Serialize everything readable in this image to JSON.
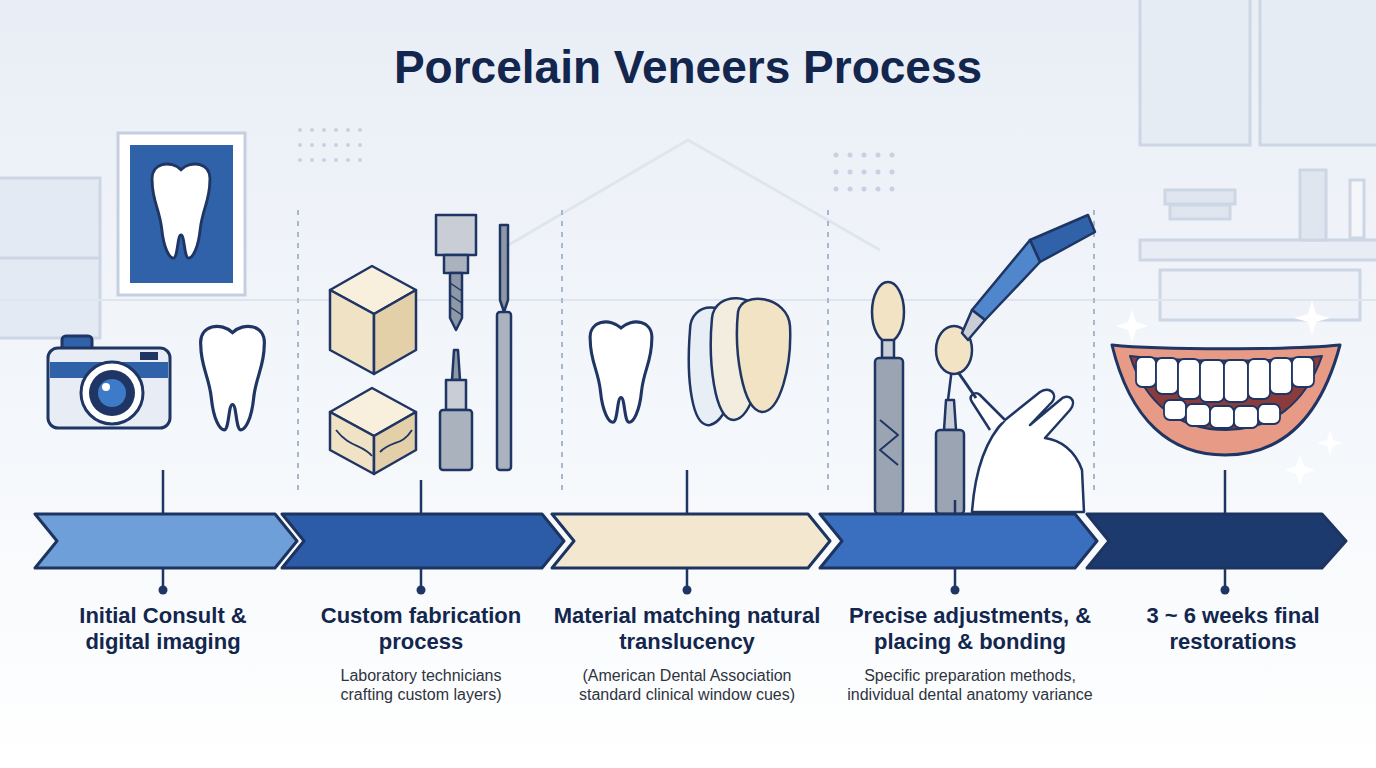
{
  "diagram": {
    "title": "Porcelain Veneers Process",
    "labels": [
      "Initial Consult & digital imaging",
      "Custom fabrication process",
      "Laboratory technicians crafting custom layers)",
      "Material matching natural translucency",
      "(American Dental Association standard clinical window cues)",
      "Precise adjustments, & placing & bonding",
      "Specific preparation methods, individual dental anatomy variance",
      "3 ~ 6 weeks final restorations"
    ]
  }
}
